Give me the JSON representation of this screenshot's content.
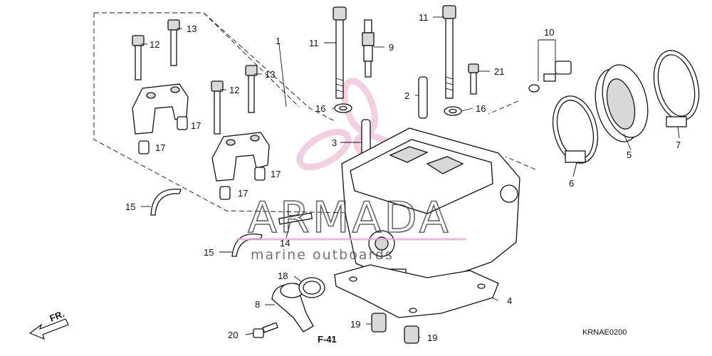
{
  "diagram": {
    "callouts": [
      {
        "id": "c1",
        "label": "1"
      },
      {
        "id": "c2",
        "label": "2"
      },
      {
        "id": "c3",
        "label": "3"
      },
      {
        "id": "c4",
        "label": "4"
      },
      {
        "id": "c5",
        "label": "5"
      },
      {
        "id": "c6",
        "label": "6"
      },
      {
        "id": "c7",
        "label": "7"
      },
      {
        "id": "c8",
        "label": "8"
      },
      {
        "id": "c9",
        "label": "9"
      },
      {
        "id": "c10",
        "label": "10"
      },
      {
        "id": "c11a",
        "label": "11"
      },
      {
        "id": "c11b",
        "label": "11"
      },
      {
        "id": "c12a",
        "label": "12"
      },
      {
        "id": "c12b",
        "label": "12"
      },
      {
        "id": "c13a",
        "label": "13"
      },
      {
        "id": "c13b",
        "label": "13"
      },
      {
        "id": "c14",
        "label": "14"
      },
      {
        "id": "c15a",
        "label": "15"
      },
      {
        "id": "c15b",
        "label": "15"
      },
      {
        "id": "c16a",
        "label": "16"
      },
      {
        "id": "c16b",
        "label": "16"
      },
      {
        "id": "c17a",
        "label": "17"
      },
      {
        "id": "c17b",
        "label": "17"
      },
      {
        "id": "c17c",
        "label": "17"
      },
      {
        "id": "c17d",
        "label": "17"
      },
      {
        "id": "c18",
        "label": "18"
      },
      {
        "id": "c19a",
        "label": "19"
      },
      {
        "id": "c19b",
        "label": "19"
      },
      {
        "id": "c20",
        "label": "20"
      },
      {
        "id": "c21",
        "label": "21"
      }
    ],
    "reference": "F-41",
    "direction_label": "FR.",
    "diagram_code": "KRNAE0200"
  },
  "watermark": {
    "brand": "ARMADA",
    "tagline": "marine outboards"
  },
  "colors": {
    "line": "#111111",
    "logo_pink": "#e8a9c9",
    "watermark": "#333333"
  }
}
